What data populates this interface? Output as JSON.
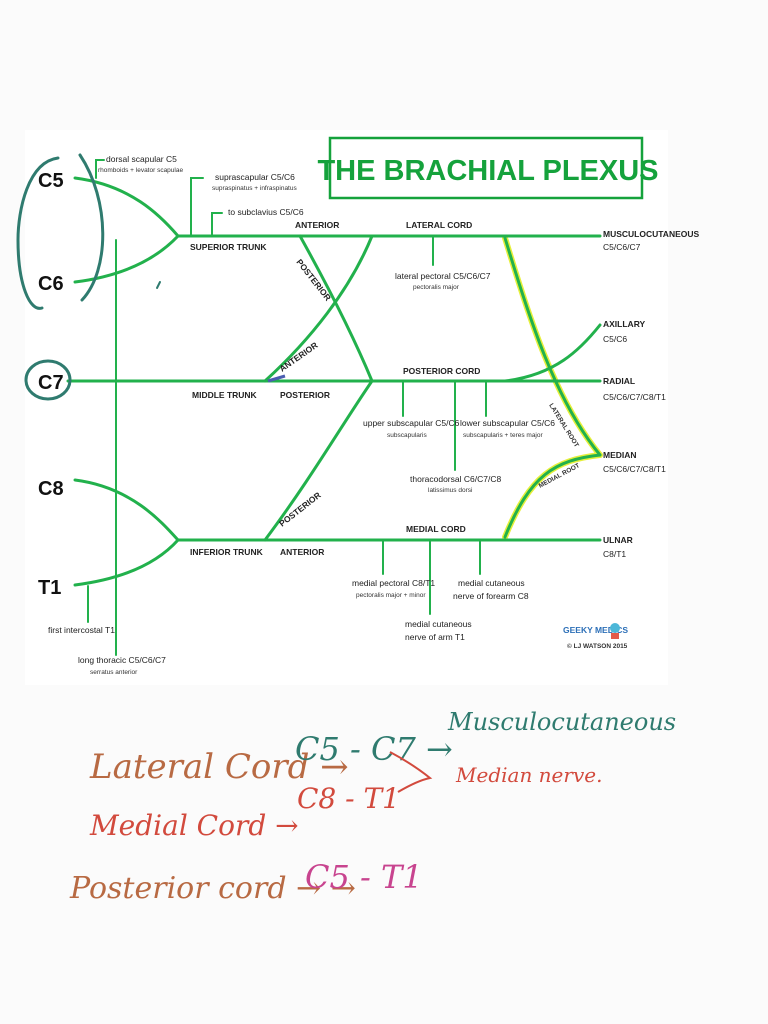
{
  "title": "THE BRACHIAL PLEXUS",
  "roots": [
    "C5",
    "C6",
    "C7",
    "C8",
    "T1"
  ],
  "trunks": {
    "superior": "SUPERIOR TRUNK",
    "middle": "MIDDLE TRUNK",
    "inferior": "INFERIOR TRUNK"
  },
  "divisions": {
    "anterior": "ANTERIOR",
    "posterior": "POSTERIOR"
  },
  "cords": {
    "lateral": "LATERAL CORD",
    "posterior": "POSTERIOR CORD",
    "medial": "MEDIAL CORD"
  },
  "roots_of_median": {
    "lateral": "LATERAL ROOT",
    "medial": "MEDIAL ROOT"
  },
  "branches": {
    "dorsal_scapular": {
      "name": "dorsal scapular C5",
      "muscles": "rhomboids + levator scapulae"
    },
    "suprascapular": {
      "name": "suprascapular C5/C6",
      "muscles": "supraspinatus + infraspinatus"
    },
    "subclavius": {
      "name": "to subclavius C5/C6"
    },
    "lateral_pectoral": {
      "name": "lateral pectoral C5/C6/C7",
      "muscles": "pectoralis major"
    },
    "upper_subscapular": {
      "name": "upper subscapular C5/C6",
      "muscles": "subscapularis"
    },
    "lower_subscapular": {
      "name": "lower subscapular C5/C6",
      "muscles": "subscapularis + teres major"
    },
    "thoracodorsal": {
      "name": "thoracodorsal C6/C7/C8",
      "muscles": "latissimus dorsi"
    },
    "medial_pectoral": {
      "name": "medial pectoral C8/T1",
      "muscles": "pectoralis major + minor"
    },
    "medial_cutaneous_forearm": {
      "line1": "medial cutaneous",
      "line2": "nerve of forearm C8"
    },
    "medial_cutaneous_arm": {
      "line1": "medial cutaneous",
      "line2": "nerve of arm T1"
    },
    "first_intercostal": {
      "name": "first intercostal T1"
    },
    "long_thoracic": {
      "name": "long thoracic C5/C6/C7",
      "muscles": "serratus anterior"
    }
  },
  "terminals": {
    "musculocutaneous": {
      "name": "MUSCULOCUTANEOUS",
      "roots": "C5/C6/C7"
    },
    "axillary": {
      "name": "AXILLARY",
      "roots": "C5/C6"
    },
    "radial": {
      "name": "RADIAL",
      "roots": "C5/C6/C7/C8/T1"
    },
    "median": {
      "name": "MEDIAN",
      "roots": "C5/C6/C7/C8/T1"
    },
    "ulnar": {
      "name": "ULNAR",
      "roots": "C8/T1"
    }
  },
  "logo": {
    "name": "GEEKY MEDICS",
    "credit": "© LJ WATSON 2015"
  },
  "notes": {
    "lateral_cord": "Lateral Cord →",
    "lateral_roots": "C5 - C7 →",
    "musculocutaneous": "Musculocutaneous",
    "median": "Median nerve.",
    "medial_cord": "Medial Cord →",
    "medial_roots": "C8 - T1",
    "posterior_cord": "Posterior cord → →",
    "posterior_roots": "C5 - T1"
  },
  "colors": {
    "nerve": "#22b14c",
    "title": "#15a23c",
    "highlight": "#e6ef3a",
    "pen_teal": "#2f7b6f",
    "pen_blue": "#4a5db0",
    "pen_brown": "#b86a43",
    "pen_red": "#d24a3d",
    "pen_pink": "#c8448f"
  }
}
